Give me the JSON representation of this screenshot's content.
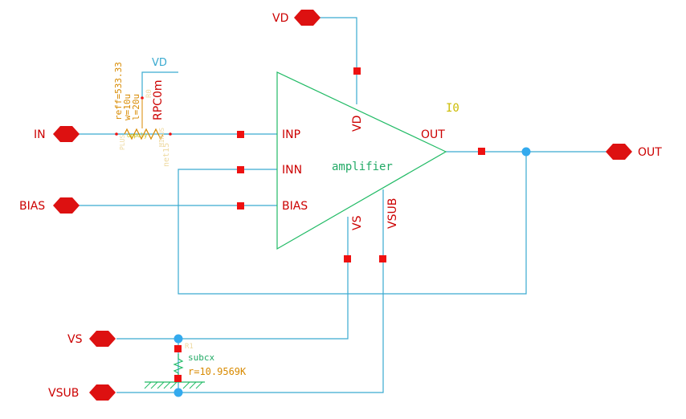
{
  "ports": {
    "vd": "VD",
    "in": "IN",
    "bias": "BIAS",
    "out": "OUT",
    "vs": "VS",
    "vsub": "VSUB"
  },
  "amplifier": {
    "name": "amplifier",
    "instance": "I0",
    "pins": {
      "inp": "INP",
      "inn": "INN",
      "bias": "BIAS",
      "out": "OUT",
      "vd": "VD",
      "vs": "VS",
      "vsub": "VSUB"
    }
  },
  "resistor": {
    "model": "RPC0m",
    "reff": "reff=533.33",
    "w": "w=10u",
    "l": "l=20u",
    "supply": "VD",
    "inst": "R0",
    "pin_left": "PLUS",
    "pin_right": "MINUS",
    "type": "oppoly"
  },
  "net_label": "net15",
  "subcx": {
    "name": "subcx",
    "inst": "R1",
    "value": "r=10.9569K"
  },
  "colors": {
    "wire": "#3aaad0",
    "symbol": "#22bb66",
    "pin": "#ee1111",
    "port": "#dd1111",
    "label_red": "#cc0000",
    "label_orange": "#d88a00",
    "instance_yellow": "#ccbb00",
    "dot": "#33aaee"
  }
}
